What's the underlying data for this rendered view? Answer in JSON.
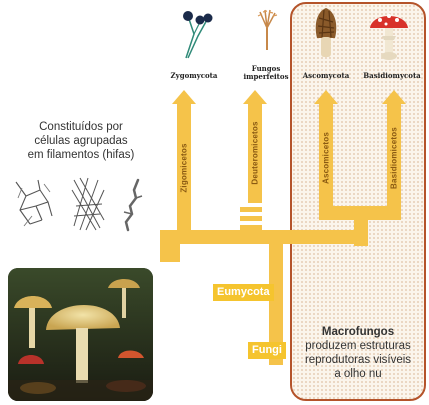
{
  "description": {
    "lines": [
      "Constituídos por",
      "células agrupadas",
      "em filamentos (hifas)"
    ]
  },
  "groups": {
    "zygomycota": {
      "name": "Zygomycota",
      "arrow_label": "Zigomicetos"
    },
    "imperfeitos": {
      "name_line1": "Fungos",
      "name_line2": "imperfeitos",
      "arrow_label": "Deuteromicetos"
    },
    "ascomycota": {
      "name": "Ascomycota",
      "arrow_label": "Ascomicetos"
    },
    "basidiomycota": {
      "name": "Basidiomycota",
      "arrow_label": "Basidiomicetos"
    }
  },
  "clades": {
    "eumycota": "Eumycota",
    "fungi": "Fungi"
  },
  "macro": {
    "title": "Macrofungos",
    "line1": "produzem estruturas",
    "line2": "reprodutoras visíveis",
    "line3": "a olho nu"
  },
  "colors": {
    "tree": "#f5c34a",
    "panel_border": "#b4532a",
    "tag_bg": "#f5c42e"
  }
}
